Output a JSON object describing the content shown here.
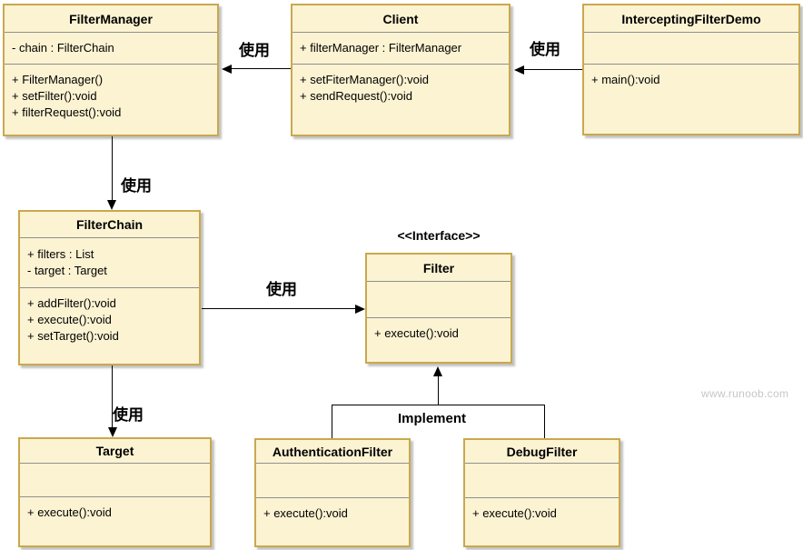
{
  "diagram": {
    "watermark": "www.runoob.com",
    "colors": {
      "box_fill": "#FCF3D2",
      "box_border": "#C9A84E",
      "separator": "#8f8f8f",
      "edge": "#000000",
      "watermark_text": "#c6c6c6"
    },
    "classes": {
      "filter_manager": {
        "title": "FilterManager",
        "attributes": [
          "- chain : FilterChain"
        ],
        "methods": [
          "+ FilterManager()",
          "+ setFilter():void",
          "+ filterRequest():void"
        ]
      },
      "client": {
        "title": "Client",
        "attributes": [
          "+ filterManager : FilterManager"
        ],
        "methods": [
          "+ setFiterManager():void",
          "+ sendRequest():void"
        ]
      },
      "intercepting_filter_demo": {
        "title": "InterceptingFilterDemo",
        "attributes": [],
        "methods": [
          "+ main():void"
        ]
      },
      "filter_chain": {
        "title": "FilterChain",
        "attributes": [
          "+ filters : List",
          "- target : Target"
        ],
        "methods": [
          "+ addFilter():void",
          "+ execute():void",
          "+ setTarget():void"
        ]
      },
      "filter": {
        "stereotype": "<<Interface>>",
        "title": "Filter",
        "attributes": [],
        "methods": [
          "+ execute():void"
        ]
      },
      "target": {
        "title": "Target",
        "attributes": [],
        "methods": [
          "+ execute():void"
        ]
      },
      "authentication_filter": {
        "title": "AuthenticationFilter",
        "attributes": [],
        "methods": [
          "+ execute():void"
        ]
      },
      "debug_filter": {
        "title": "DebugFilter",
        "attributes": [],
        "methods": [
          "+ execute():void"
        ]
      }
    },
    "edges": {
      "client_to_filter_manager": {
        "label": "使用"
      },
      "demo_to_client": {
        "label": "使用"
      },
      "filter_manager_to_filter_chain": {
        "label": "使用"
      },
      "filter_chain_to_filter": {
        "label": "使用"
      },
      "filter_chain_to_target": {
        "label": "使用"
      },
      "filters_to_filter": {
        "label": "Implement"
      }
    }
  }
}
